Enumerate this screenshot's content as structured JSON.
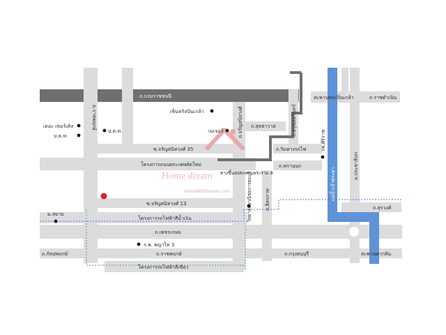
{
  "colors": {
    "road": "#dcdcdc",
    "road_dark": "#6e6e6e",
    "river": "#5e93d8",
    "rail_blue": "#4b7bd8",
    "rail_green": "#4aa37a",
    "highway": "#707070",
    "marker": "#d8262d",
    "watermark": "#e9a3a3"
  },
  "roads": {
    "boromratchonnani": "ถ.บรมราชชนนี",
    "ratchadamnoen": "ถ.ราชดำเนิน",
    "charansanitwong_35": "ซ.จรัญสนิทวงศ์ 35",
    "charansanitwong_13": "ซ.จรัญสนิทวงศ์ 13",
    "suthawat": "ถ.สุทธาวาส",
    "rimthangrotfai": "ถ.ริมทางรถไฟ",
    "pranok": "ถ.พรานนก",
    "suang": "ถ.สุรวงศ์",
    "petchkasem": "ถ.เพชรเกษม",
    "ratchaphruek": "ถ.ราชพฤกษ์",
    "krungthonburi": "ถ.กรุงธนบุรี",
    "kanlapaphruek": "ถ.กัลปพฤกษ์",
    "arunamarin": "ถ.อรุณอมรินทร์",
    "charansanitwong": "ถ.จรัญสนิทวงศ์",
    "itsaraphap": "ถ.อิสรภาพ",
    "prachathipok": "ถ.ประชาธิปก",
    "ratchaphruek_vertical": "ถ.ราชพฤกษ์",
    "river": "แม่น้ำเจ้าพระยา"
  },
  "bridges": {
    "pinklao": "สะพานพระปิ่นเกล้า",
    "taksin": "สะพานตากสิน",
    "rama8": "ทางขึ้นลงสะพานพระราม 8"
  },
  "projects": {
    "new_road": "โครงการถนนพระเทพตัดใหม่",
    "blue_line": "โครงการรถไฟฟ้าสีน้ำเงิน",
    "green_line": "โครงการรถไฟฟ้าสีเขียว"
  },
  "places": {
    "central_pinklao": "เซ็นทรัลปิ่นเกล้า",
    "major": "เมเจอร์",
    "the_circle": "เดอะ เซอร์เคิล",
    "ptt_1": "ป.ต.ท.",
    "ptt_2": "ป.ต.ท.",
    "siriraj": "รพ.ศิริราช",
    "phayathai3": "ร.พ. พญาไท 3",
    "siam_u": "ม.สยาม",
    "wittayalai": "วิทยาลัยพาณิชยการธนบุรี"
  },
  "watermark": {
    "logo": "Home dream",
    "url": "HomeWithDream.com"
  }
}
